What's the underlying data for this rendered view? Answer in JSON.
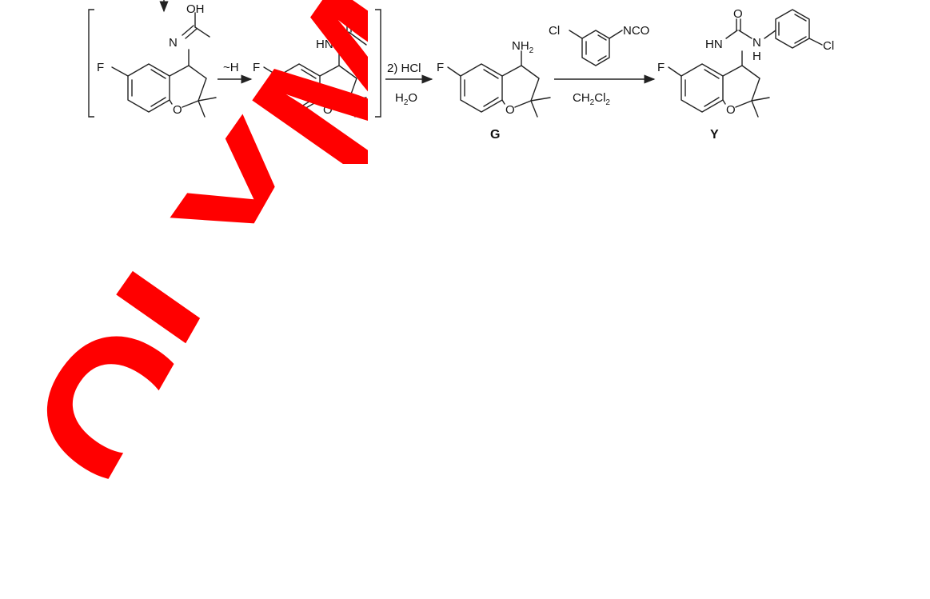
{
  "atoms": {
    "F": "F",
    "O": "O",
    "N": "N",
    "OH": "OH",
    "HN": "HN",
    "NH2": "NH",
    "sub2": "2",
    "NCO": "NCO",
    "Cl": "Cl",
    "H": "H"
  },
  "arrows": {
    "shift": "~H",
    "step2_top": "2) HCl",
    "step2_bottom_a": "H",
    "step2_bottom_sub": "2",
    "step2_bottom_b": "O",
    "solvent_a": "CH",
    "solvent_sub1": "2",
    "solvent_b": "Cl",
    "solvent_sub2": "2"
  },
  "compounds": {
    "G": "G",
    "Y": "Y"
  },
  "watermark": "OLYMP",
  "colors": {
    "watermark": "#ff0000",
    "ink": "#222222"
  }
}
